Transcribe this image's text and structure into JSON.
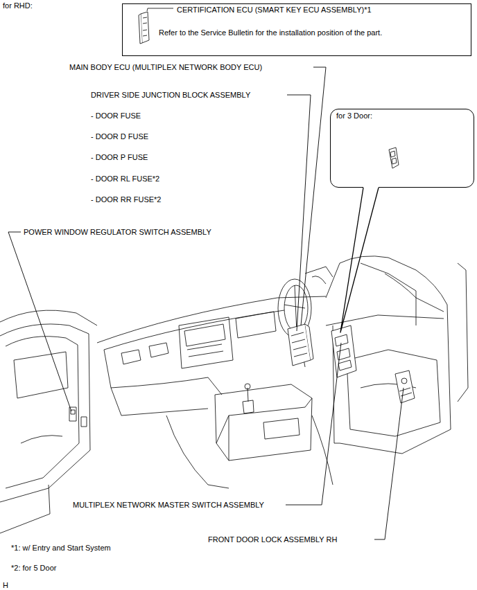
{
  "diagram": {
    "nodes": [
      {
        "text": [
          "CERTIFICATION ECU (SMART KEY ECU ASSEMBLY)*1",
          "Refer to the Service Bulletin for the installation position of the part."
        ]
      },
      {
        "text": [
          "for 3 Door:"
        ]
      }
    ],
    "labels": [
      "for RHD:",
      "MAIN BODY ECU (MULTIPLEX NETWORK BODY ECU)",
      "DRIVER SIDE JUNCTION BLOCK ASSEMBLY",
      "- DOOR FUSE",
      "- DOOR D FUSE",
      "- DOOR P FUSE",
      "- DOOR RL FUSE*2",
      "- DOOR RR FUSE*2",
      "POWER WINDOW REGULATOR SWITCH ASSEMBLY",
      "MULTIPLEX NETWORK MASTER SWITCH ASSEMBLY",
      "FRONT DOOR LOCK ASSEMBLY RH",
      "*1: w/ Entry and Start System",
      "*2: for 5 Door",
      "H"
    ]
  }
}
